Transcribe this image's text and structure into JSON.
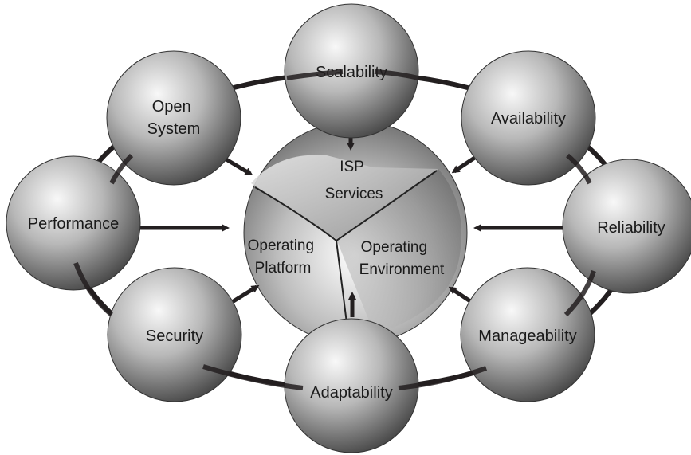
{
  "diagram": {
    "center": {
      "top_label": [
        "ISP",
        "Services"
      ],
      "left_label": [
        "Operating",
        "Platform"
      ],
      "right_label": [
        "Operating",
        "Environment"
      ]
    },
    "nodes": {
      "scalability": "Scalability",
      "open_system": [
        "Open",
        "System"
      ],
      "availability": "Availability",
      "performance": "Performance",
      "reliability": "Reliability",
      "security": "Security",
      "manageability": "Manageability",
      "adaptability": "Adaptability"
    },
    "colors": {
      "sphere_light": "#f4f4f4",
      "sphere_dark": "#4a4a4a",
      "ring": "#231f20",
      "arrow": "#231f20"
    }
  }
}
